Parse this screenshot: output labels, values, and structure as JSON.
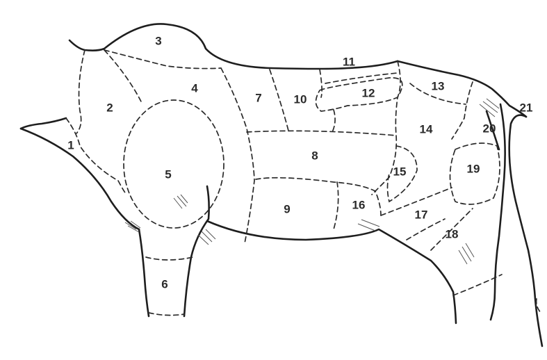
{
  "regions": [
    {
      "label": "1"
    },
    {
      "label": "2"
    },
    {
      "label": "3"
    },
    {
      "label": "4"
    },
    {
      "label": "5"
    },
    {
      "label": "6"
    },
    {
      "label": "7"
    },
    {
      "label": "8"
    },
    {
      "label": "9"
    },
    {
      "label": "10"
    },
    {
      "label": "11"
    },
    {
      "label": "12"
    },
    {
      "label": "13"
    },
    {
      "label": "14"
    },
    {
      "label": "15"
    },
    {
      "label": "16"
    },
    {
      "label": "17"
    },
    {
      "label": "18"
    },
    {
      "label": "19"
    },
    {
      "label": "20"
    },
    {
      "label": "21"
    }
  ]
}
